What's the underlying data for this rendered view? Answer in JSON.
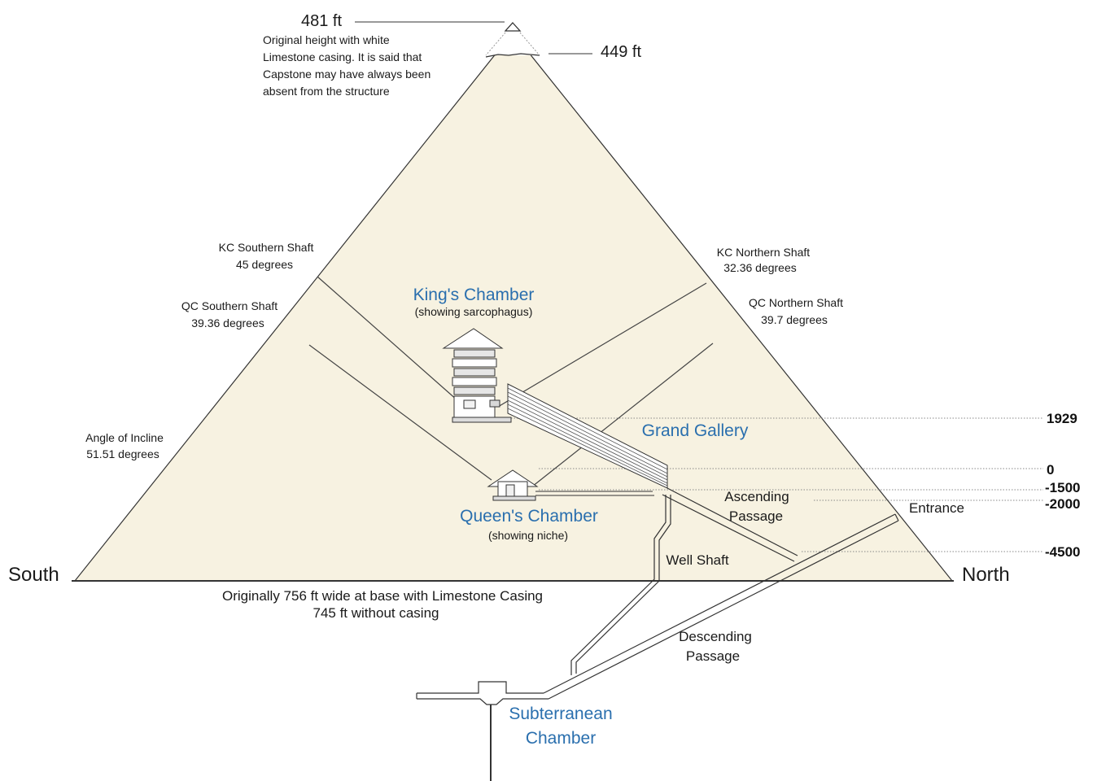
{
  "colors": {
    "pyramid_fill": "#f7f2e1",
    "line": "#333333",
    "accent_label": "#2a6fae",
    "dotted": "#888888"
  },
  "top": {
    "original_height": "481 ft",
    "original_note": [
      "Original height with white",
      "Limestone casing. It is said that",
      "Capstone may have always been",
      "absent from the structure"
    ],
    "current_height": "449 ft"
  },
  "sides": {
    "south": "South",
    "north": "North"
  },
  "shafts": {
    "kc_south": {
      "name": "KC Southern Shaft",
      "angle": "45 degrees"
    },
    "qc_south": {
      "name": "QC Southern Shaft",
      "angle": "39.36 degrees"
    },
    "kc_north": {
      "name": "KC Northern Shaft",
      "angle": "32.36 degrees"
    },
    "qc_north": {
      "name": "QC Northern Shaft",
      "angle": "39.7 degrees"
    }
  },
  "incline": {
    "name": "Angle of Incline",
    "angle": "51.51 degrees"
  },
  "chambers": {
    "king": {
      "name": "King's Chamber",
      "note": "(showing sarcophagus)"
    },
    "queen": {
      "name": "Queen's Chamber",
      "note": "(showing niche)"
    },
    "subterranean": {
      "line1": "Subterranean",
      "line2": "Chamber"
    }
  },
  "passages": {
    "grand_gallery": "Grand Gallery",
    "ascending": [
      "Ascending",
      "Passage"
    ],
    "descending": [
      "Descending",
      "Passage"
    ],
    "well_shaft": "Well Shaft",
    "entrance": "Entrance"
  },
  "base_note": [
    "Originally 756 ft wide at base with Limestone Casing",
    "745 ft without casing"
  ],
  "levels": [
    "1929",
    "0",
    "-1500",
    "-2000",
    "-4500"
  ]
}
